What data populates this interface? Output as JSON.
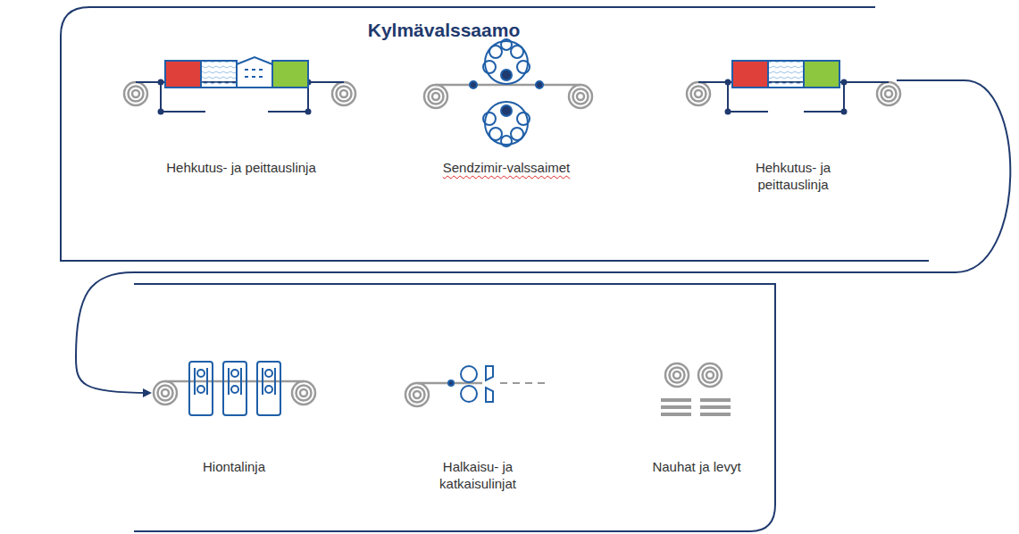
{
  "diagram": {
    "title": "Kylmävalssaamo",
    "nodes": [
      {
        "text": [
          "Hehkutus- ja peittauslinja"
        ]
      },
      {
        "text": [
          "Sendzimir-valssaimet"
        ]
      },
      {
        "text": [
          "Hehkutus- ja peittauslinja"
        ]
      },
      {
        "text": [
          "Hiontalinja"
        ]
      },
      {
        "text": [
          "Halkaisu- ja katkaisulinjat"
        ]
      },
      {
        "text": [
          "Nauhat ja levyt"
        ]
      }
    ],
    "edges": [
      {
        "from": 2,
        "to": 3,
        "arrow": "to"
      }
    ]
  }
}
